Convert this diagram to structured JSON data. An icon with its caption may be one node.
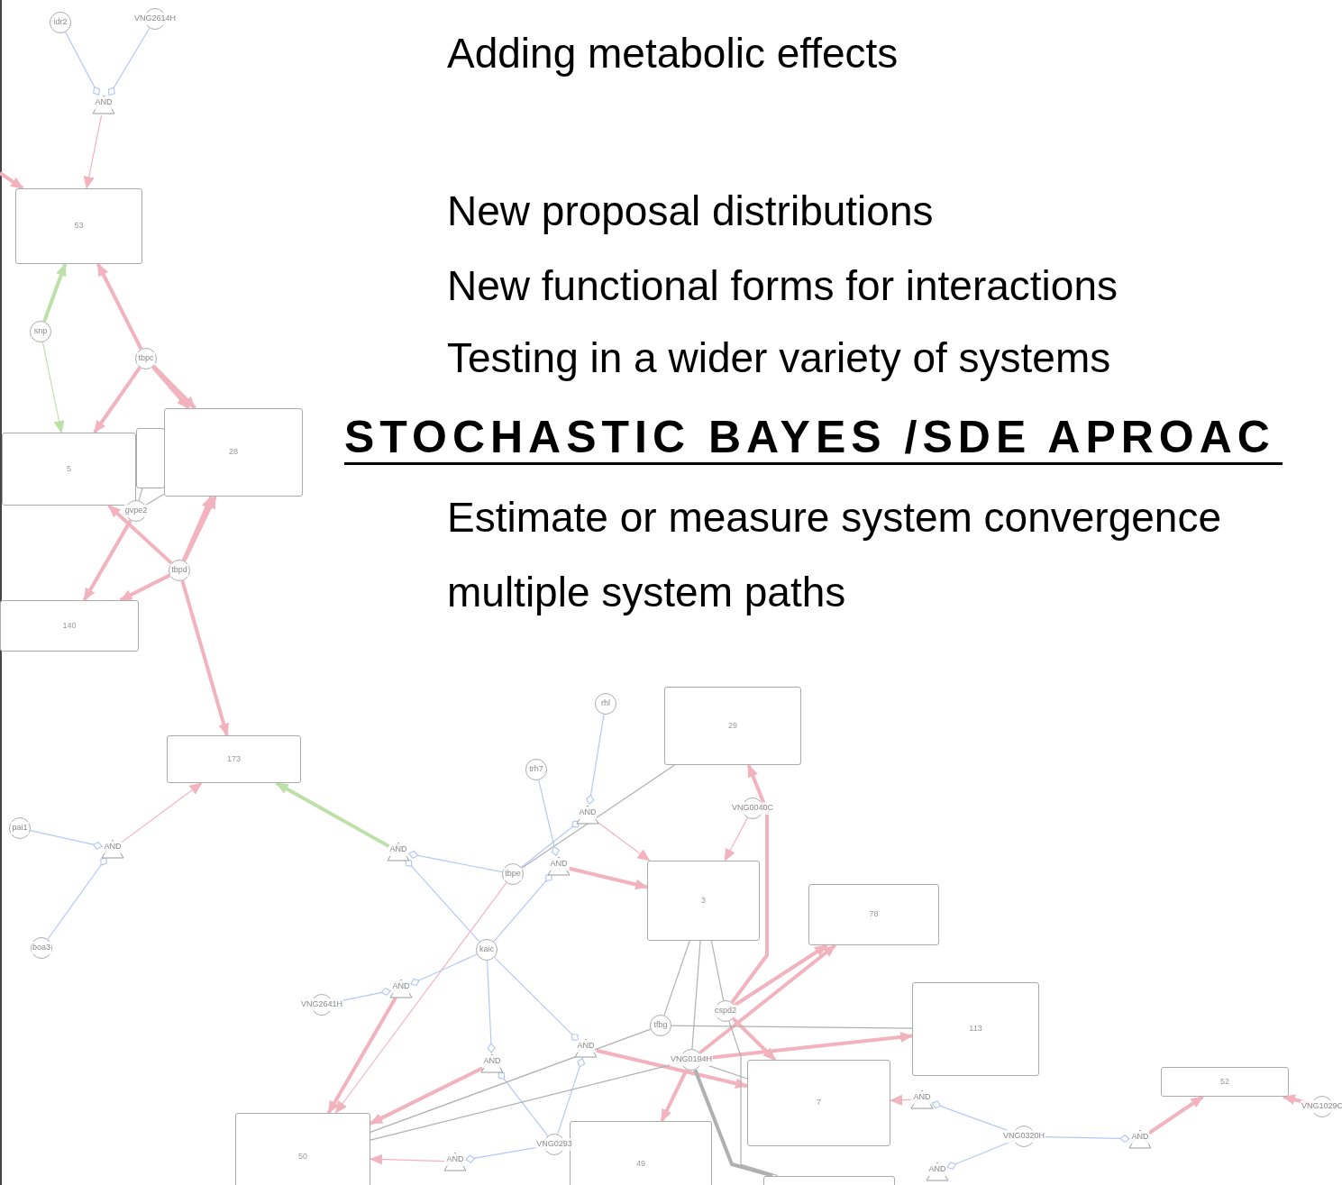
{
  "diagram": {
    "nodes": [
      {
        "text": [
          "idr2"
        ]
      },
      {
        "text": [
          "VNG2614H"
        ]
      },
      {
        "text": [
          "AND"
        ]
      },
      {
        "text": [
          "53"
        ]
      },
      {
        "text": [
          "snp"
        ]
      },
      {
        "text": [
          "tbpc"
        ]
      },
      {
        "text": [],
        "shape": "box"
      },
      {
        "text": [
          "28"
        ]
      },
      {
        "text": [
          "5"
        ]
      },
      {
        "text": [
          "gvpe2"
        ]
      },
      {
        "text": [
          "tbpd"
        ]
      },
      {
        "text": [
          "140"
        ]
      },
      {
        "text": [
          "rhl"
        ]
      },
      {
        "text": [
          "29"
        ]
      },
      {
        "text": [
          "trh7"
        ]
      },
      {
        "text": [
          "173"
        ]
      },
      {
        "text": [
          "VNG0040C"
        ]
      },
      {
        "text": [
          "AND"
        ]
      },
      {
        "text": [
          "pai1"
        ]
      },
      {
        "text": [
          "AND"
        ]
      },
      {
        "text": [
          "AND"
        ]
      },
      {
        "text": [
          "AND"
        ]
      },
      {
        "text": [
          "tbpe"
        ]
      },
      {
        "text": [
          "3"
        ]
      },
      {
        "text": [
          "78"
        ]
      },
      {
        "text": [
          "boa3"
        ]
      },
      {
        "text": [
          "kaic"
        ]
      },
      {
        "text": [
          "AND"
        ]
      },
      {
        "text": [
          "VNG2641H"
        ]
      },
      {
        "text": [
          "113"
        ]
      },
      {
        "text": [
          "cspd2"
        ]
      },
      {
        "text": [
          "tfbg"
        ]
      },
      {
        "text": [
          "AND"
        ]
      },
      {
        "text": [
          "AND"
        ]
      },
      {
        "text": [
          "VNG0194H"
        ]
      },
      {
        "text": [
          "7"
        ]
      },
      {
        "text": [
          "52"
        ]
      },
      {
        "text": [
          "AND"
        ]
      },
      {
        "text": [
          "VNG1029C"
        ]
      },
      {
        "text": [
          "50"
        ]
      },
      {
        "text": [
          "VNG0320H"
        ]
      },
      {
        "text": [
          "AND"
        ]
      },
      {
        "text": [
          "VNG0293"
        ]
      },
      {
        "text": [
          "49"
        ]
      },
      {
        "text": [
          "AND"
        ]
      },
      {
        "text": [
          "AND"
        ]
      },
      {
        "text": [],
        "shape": "box"
      }
    ],
    "edges": [
      {
        "from": 0,
        "to": 2,
        "arrow": "other",
        "color": "#b4c8f8"
      },
      {
        "from": 1,
        "to": 2,
        "arrow": "other",
        "color": "#b4c8f8"
      },
      {
        "from": 2,
        "to": 3,
        "arrow": "to"
      },
      {
        "from": null,
        "to": 3,
        "arrow": "to",
        "style": "thick"
      },
      {
        "from": 4,
        "to": 3,
        "arrow": "to",
        "style": "thick",
        "color": "#bde0a8"
      },
      {
        "from": 4,
        "to": 8,
        "arrow": "to",
        "color": "#bde0a8"
      },
      {
        "from": 5,
        "to": 3,
        "arrow": "to",
        "style": "thick"
      },
      {
        "from": 5,
        "to": 8,
        "arrow": "to",
        "style": "thick"
      },
      {
        "from": 5,
        "to": 7,
        "arrow": "to",
        "style": "thick"
      },
      {
        "from": 5,
        "to": 7,
        "arrow": "to",
        "style": "thick"
      },
      {
        "from": 9,
        "to": 6,
        "arrow": "none",
        "color": "#b0b0b0"
      },
      {
        "from": 9,
        "to": 7,
        "arrow": "none",
        "color": "#b0b0b0"
      },
      {
        "from": 9,
        "to": 11,
        "arrow": "to",
        "style": "thick"
      },
      {
        "from": 10,
        "to": 8,
        "arrow": "to",
        "style": "thick"
      },
      {
        "from": 10,
        "to": 11,
        "arrow": "to",
        "style": "thick"
      },
      {
        "from": 10,
        "to": 7,
        "arrow": "to",
        "style": "thick"
      },
      {
        "from": 10,
        "to": 7,
        "arrow": "to",
        "style": "thick"
      },
      {
        "from": 10,
        "to": 15,
        "arrow": "to",
        "style": "thick"
      },
      {
        "from": 18,
        "to": 19,
        "arrow": "other",
        "color": "#b4c8f8"
      },
      {
        "from": 25,
        "to": 19,
        "arrow": "other",
        "color": "#b4c8f8"
      },
      {
        "from": 19,
        "to": 15,
        "arrow": "to"
      },
      {
        "from": 20,
        "to": 15,
        "arrow": "to",
        "style": "thick",
        "color": "#bde0a8"
      },
      {
        "from": 22,
        "to": 20,
        "arrow": "other",
        "color": "#b4c8f8"
      },
      {
        "from": 26,
        "to": 20,
        "arrow": "other",
        "color": "#b4c8f8"
      },
      {
        "from": 12,
        "to": 17,
        "arrow": "other",
        "color": "#b4c8f8"
      },
      {
        "from": 22,
        "to": 17,
        "arrow": "other",
        "color": "#b4c8f8"
      },
      {
        "from": 17,
        "to": 23,
        "arrow": "to"
      },
      {
        "from": 22,
        "to": 13,
        "arrow": "none",
        "color": "#b0b0b0"
      },
      {
        "from": 14,
        "to": 21,
        "arrow": "other",
        "color": "#b4c8f8"
      },
      {
        "from": 26,
        "to": 21,
        "arrow": "other",
        "color": "#b4c8f8"
      },
      {
        "from": 21,
        "to": 23,
        "arrow": "to",
        "style": "thick"
      },
      {
        "from": 22,
        "to": 39,
        "arrow": "to"
      },
      {
        "from": 28,
        "to": 27,
        "arrow": "other",
        "color": "#b4c8f8"
      },
      {
        "from": 26,
        "to": 27,
        "arrow": "other",
        "color": "#b4c8f8"
      },
      {
        "from": 27,
        "to": 39,
        "arrow": "to",
        "style": "thick"
      },
      {
        "from": 26,
        "to": 33,
        "arrow": "other",
        "color": "#b4c8f8"
      },
      {
        "from": 42,
        "to": 33,
        "arrow": "other",
        "color": "#b4c8f8"
      },
      {
        "from": 33,
        "to": 39,
        "arrow": "to",
        "style": "thick"
      },
      {
        "from": 26,
        "to": 32,
        "arrow": "other",
        "color": "#b4c8f8"
      },
      {
        "from": 42,
        "to": 32,
        "arrow": "other",
        "color": "#b4c8f8"
      },
      {
        "from": 32,
        "to": 35,
        "arrow": "to",
        "style": "thick"
      },
      {
        "from": 16,
        "to": 23,
        "arrow": "to"
      },
      {
        "from": 30,
        "to": 13,
        "arrow": "to",
        "style": "thick"
      },
      {
        "from": 30,
        "to": 24,
        "arrow": "to",
        "style": "thick"
      },
      {
        "from": 34,
        "to": 24,
        "arrow": "to",
        "style": "thick"
      },
      {
        "from": 30,
        "to": 35,
        "arrow": "to",
        "style": "thick"
      },
      {
        "from": 34,
        "to": 29,
        "arrow": "to",
        "style": "thick"
      },
      {
        "from": 34,
        "to": 43,
        "arrow": "to",
        "style": "thick"
      },
      {
        "from": 23,
        "to": 31,
        "arrow": "none",
        "color": "#b0b0b0"
      },
      {
        "from": 23,
        "to": 34,
        "arrow": "none",
        "color": "#b0b0b0"
      },
      {
        "from": 23,
        "to": 30,
        "arrow": "none",
        "color": "#b0b0b0"
      },
      {
        "from": 31,
        "to": 29,
        "arrow": "none",
        "color": "#b0b0b0"
      },
      {
        "from": 31,
        "to": 39,
        "arrow": "none",
        "color": "#b0b0b0"
      },
      {
        "from": 34,
        "to": 39,
        "arrow": "none",
        "color": "#b0b0b0"
      },
      {
        "from": 34,
        "to": 35,
        "arrow": "none",
        "color": "#b0b0b0"
      },
      {
        "from": 34,
        "to": 46,
        "arrow": "none",
        "style": "thick",
        "color": "#b0b0b0"
      },
      {
        "from": 30,
        "to": 46,
        "arrow": "none",
        "color": "#b0b0b0"
      },
      {
        "from": 42,
        "to": 44,
        "arrow": "other",
        "color": "#b4c8f8"
      },
      {
        "from": 44,
        "to": 39,
        "arrow": "to"
      },
      {
        "from": 40,
        "to": 37,
        "arrow": "other",
        "color": "#b4c8f8"
      },
      {
        "from": 37,
        "to": 35,
        "arrow": "to"
      },
      {
        "from": 40,
        "to": 41,
        "arrow": "other",
        "color": "#b4c8f8"
      },
      {
        "from": 41,
        "to": 36,
        "arrow": "to",
        "style": "thick"
      },
      {
        "from": 38,
        "to": 36,
        "arrow": "to",
        "style": "thick"
      },
      {
        "from": 40,
        "to": 45,
        "arrow": "other",
        "color": "#b4c8f8"
      }
    ],
    "labels": [
      "Adding metabolic effects",
      "New proposal distributions",
      "New functional forms for interactions",
      "Testing in a wider variety of systems",
      "STOCHASTIC BAYES /SDE APROAC",
      "Estimate or measure system convergence",
      "multiple system paths"
    ]
  }
}
